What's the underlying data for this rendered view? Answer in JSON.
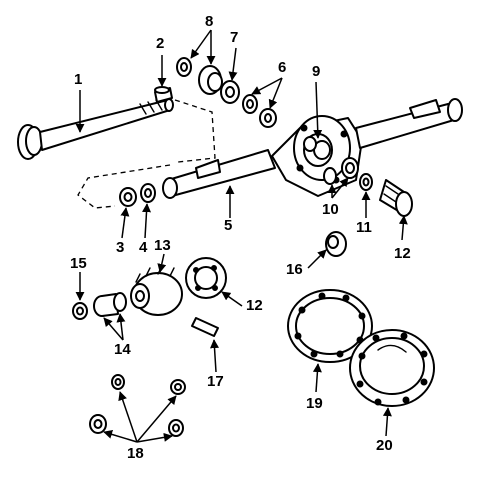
{
  "callouts": {
    "c1": "1",
    "c2": "2",
    "c3": "3",
    "c4": "4",
    "c5": "5",
    "c6": "6",
    "c7": "7",
    "c8": "8",
    "c9": "9",
    "c10": "10",
    "c11": "11",
    "c12a": "12",
    "c12b": "12",
    "c13": "13",
    "c14": "14",
    "c15": "15",
    "c16": "16",
    "c17": "17",
    "c18": "18",
    "c19": "19",
    "c20": "20"
  },
  "colors": {
    "ink": "#000000",
    "paper": "#ffffff"
  }
}
